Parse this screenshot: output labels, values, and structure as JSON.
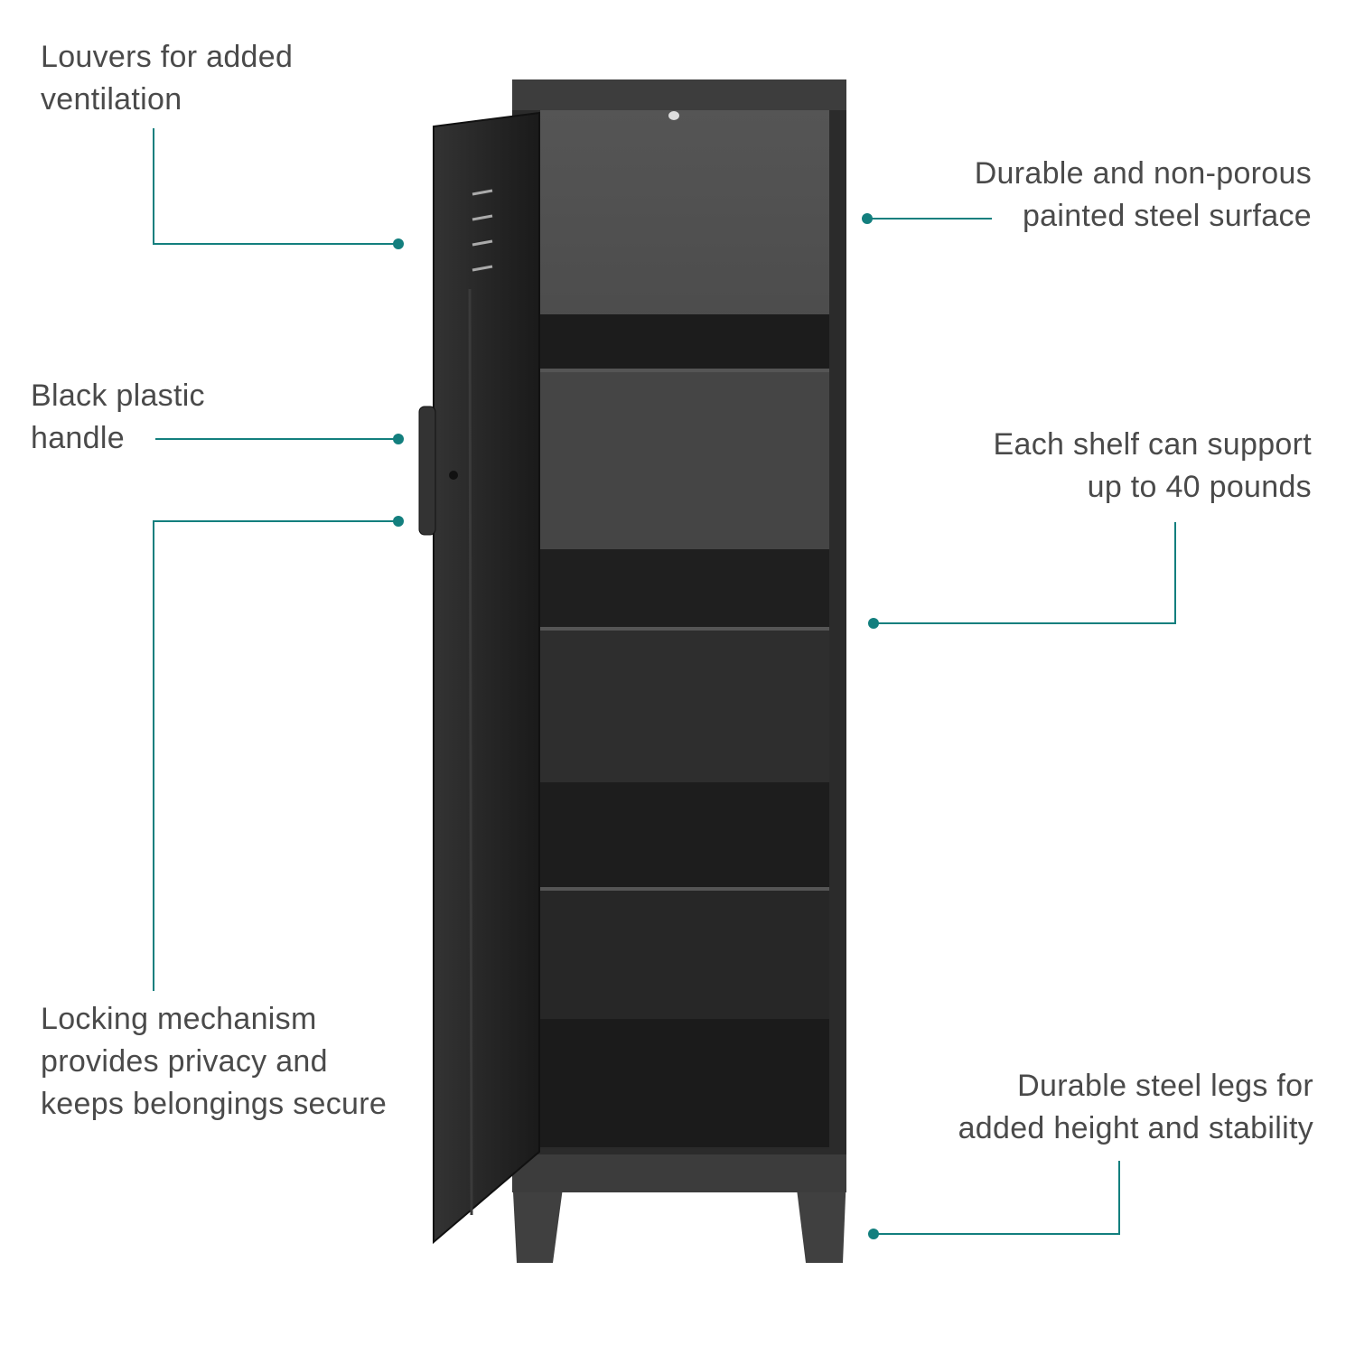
{
  "accent_color": "#137f7e",
  "product": "locker-cabinet",
  "callouts": [
    {
      "lines": [
        "Louvers for added",
        "ventilation"
      ]
    },
    {
      "lines": [
        "Black plastic",
        "handle"
      ]
    },
    {
      "lines": [
        "Locking mechanism",
        "provides privacy and",
        "keeps belongings secure"
      ]
    },
    {
      "lines": [
        "Durable and non-porous",
        "painted steel surface"
      ]
    },
    {
      "lines": [
        "Each shelf can support",
        "up to 40 pounds"
      ]
    },
    {
      "lines": [
        "Durable steel legs for",
        "added height and stability"
      ]
    }
  ]
}
